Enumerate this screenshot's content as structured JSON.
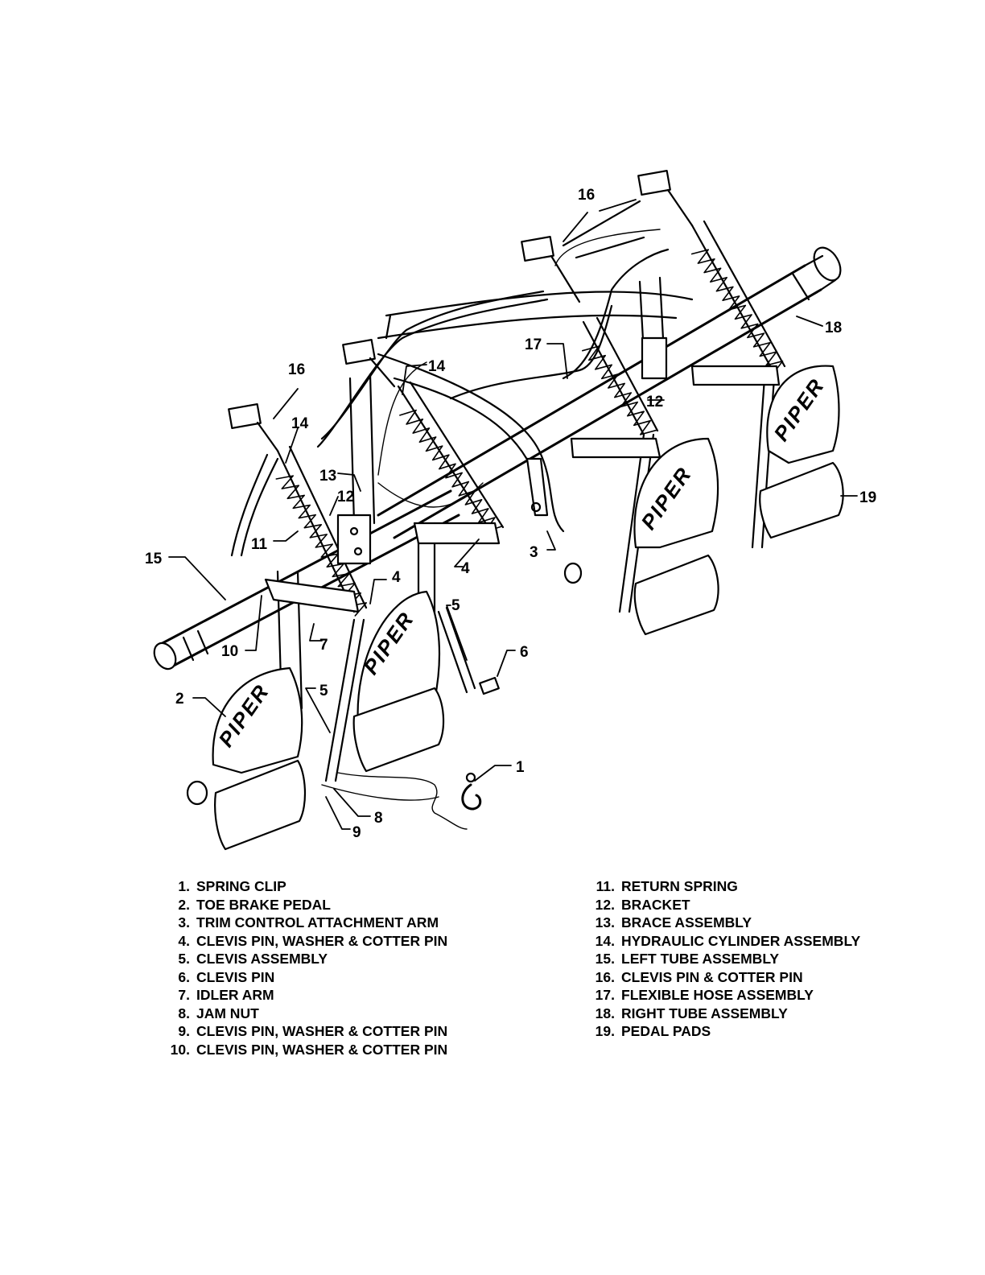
{
  "callouts": [
    {
      "id": "c16a",
      "text": "16"
    },
    {
      "id": "c18",
      "text": "18"
    },
    {
      "id": "c17",
      "text": "17"
    },
    {
      "id": "c16b",
      "text": "16"
    },
    {
      "id": "c14a",
      "text": "14"
    },
    {
      "id": "c14b",
      "text": "14"
    },
    {
      "id": "c13",
      "text": "13"
    },
    {
      "id": "c12a",
      "text": "12"
    },
    {
      "id": "c12b",
      "text": "12"
    },
    {
      "id": "c11",
      "text": "11"
    },
    {
      "id": "c19",
      "text": "19"
    },
    {
      "id": "c3",
      "text": "3"
    },
    {
      "id": "c15",
      "text": "15"
    },
    {
      "id": "c4a",
      "text": "4"
    },
    {
      "id": "c4b",
      "text": "4"
    },
    {
      "id": "c5a",
      "text": "5"
    },
    {
      "id": "c5b",
      "text": "5"
    },
    {
      "id": "c7",
      "text": "7"
    },
    {
      "id": "c10",
      "text": "10"
    },
    {
      "id": "c6",
      "text": "6"
    },
    {
      "id": "c2",
      "text": "2"
    },
    {
      "id": "c1",
      "text": "1"
    },
    {
      "id": "c8",
      "text": "8"
    },
    {
      "id": "c9",
      "text": "9"
    }
  ],
  "pedal_text": "PIPER",
  "legend": {
    "left": [
      {
        "num": "1.",
        "label": "SPRING CLIP"
      },
      {
        "num": "2.",
        "label": "TOE BRAKE PEDAL"
      },
      {
        "num": "3.",
        "label": "TRIM CONTROL ATTACHMENT ARM"
      },
      {
        "num": "4.",
        "label": "CLEVIS PIN, WASHER & COTTER PIN"
      },
      {
        "num": "5.",
        "label": "CLEVIS ASSEMBLY"
      },
      {
        "num": "6.",
        "label": "CLEVIS PIN"
      },
      {
        "num": "7.",
        "label": "IDLER ARM"
      },
      {
        "num": "8.",
        "label": "JAM NUT"
      },
      {
        "num": "9.",
        "label": "CLEVIS PIN, WASHER & COTTER PIN"
      },
      {
        "num": "10.",
        "label": "CLEVIS PIN, WASHER & COTTER PIN"
      }
    ],
    "right": [
      {
        "num": "11.",
        "label": "RETURN SPRING"
      },
      {
        "num": "12.",
        "label": "BRACKET"
      },
      {
        "num": "13.",
        "label": "BRACE ASSEMBLY"
      },
      {
        "num": "14.",
        "label": "HYDRAULIC CYLINDER ASSEMBLY"
      },
      {
        "num": "15.",
        "label": "LEFT TUBE ASSEMBLY"
      },
      {
        "num": "16.",
        "label": "CLEVIS PIN & COTTER PIN"
      },
      {
        "num": "17.",
        "label": "FLEXIBLE HOSE ASSEMBLY"
      },
      {
        "num": "18.",
        "label": "RIGHT TUBE ASSEMBLY"
      },
      {
        "num": "19.",
        "label": "PEDAL PADS"
      }
    ]
  }
}
